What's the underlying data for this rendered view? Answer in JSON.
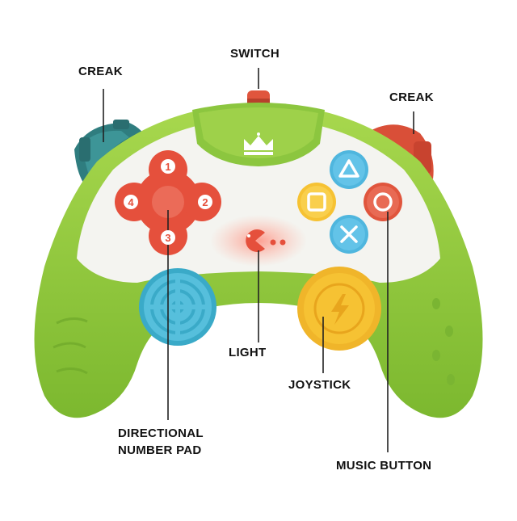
{
  "labels": {
    "switch": "SWITCH",
    "creak_left": "CREAK",
    "creak_right": "CREAK",
    "light": "LIGHT",
    "joystick": "JOYSTICK",
    "directional_line1": "DIRECTIONAL",
    "directional_line2": "NUMBER PAD",
    "music_button": "MUSIC BUTTON"
  },
  "dpad_numbers": [
    "1",
    "2",
    "3",
    "4"
  ],
  "colors": {
    "body_green": "#8cc63f",
    "body_white": "#f4f4f0",
    "dpad_red": "#e5503c",
    "teal_knob": "#2f7d7f",
    "yellow": "#f6c233",
    "blue": "#4fb6de",
    "orange_red": "#e0553d"
  },
  "icons": {
    "crown": "crown-icon",
    "pacman": "pacman-icon",
    "triangle": "triangle-icon",
    "square": "square-icon",
    "circle": "circle-icon",
    "cross": "cross-icon",
    "lightning": "lightning-icon"
  }
}
